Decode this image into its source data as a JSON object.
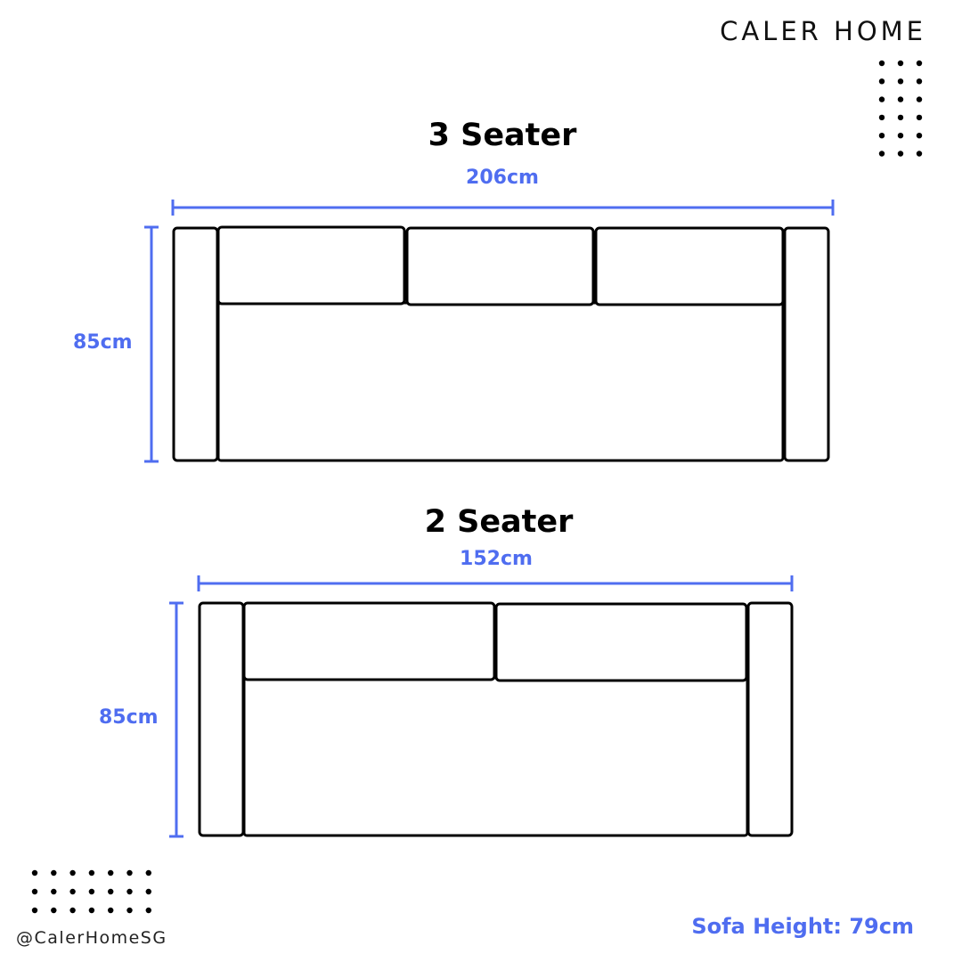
{
  "brand": {
    "name": "CALER HOME"
  },
  "sofas": [
    {
      "title": "3 Seater",
      "width_label": "206cm",
      "depth_label": "85cm",
      "seats": 3
    },
    {
      "title": "2 Seater",
      "width_label": "152cm",
      "depth_label": "85cm",
      "seats": 2
    }
  ],
  "footer": {
    "handle": "@CalerHomeSG",
    "height_note": "Sofa Height: 79cm"
  },
  "colors": {
    "accent": "#4f6df0",
    "outline": "#000000",
    "text": "#111111"
  }
}
